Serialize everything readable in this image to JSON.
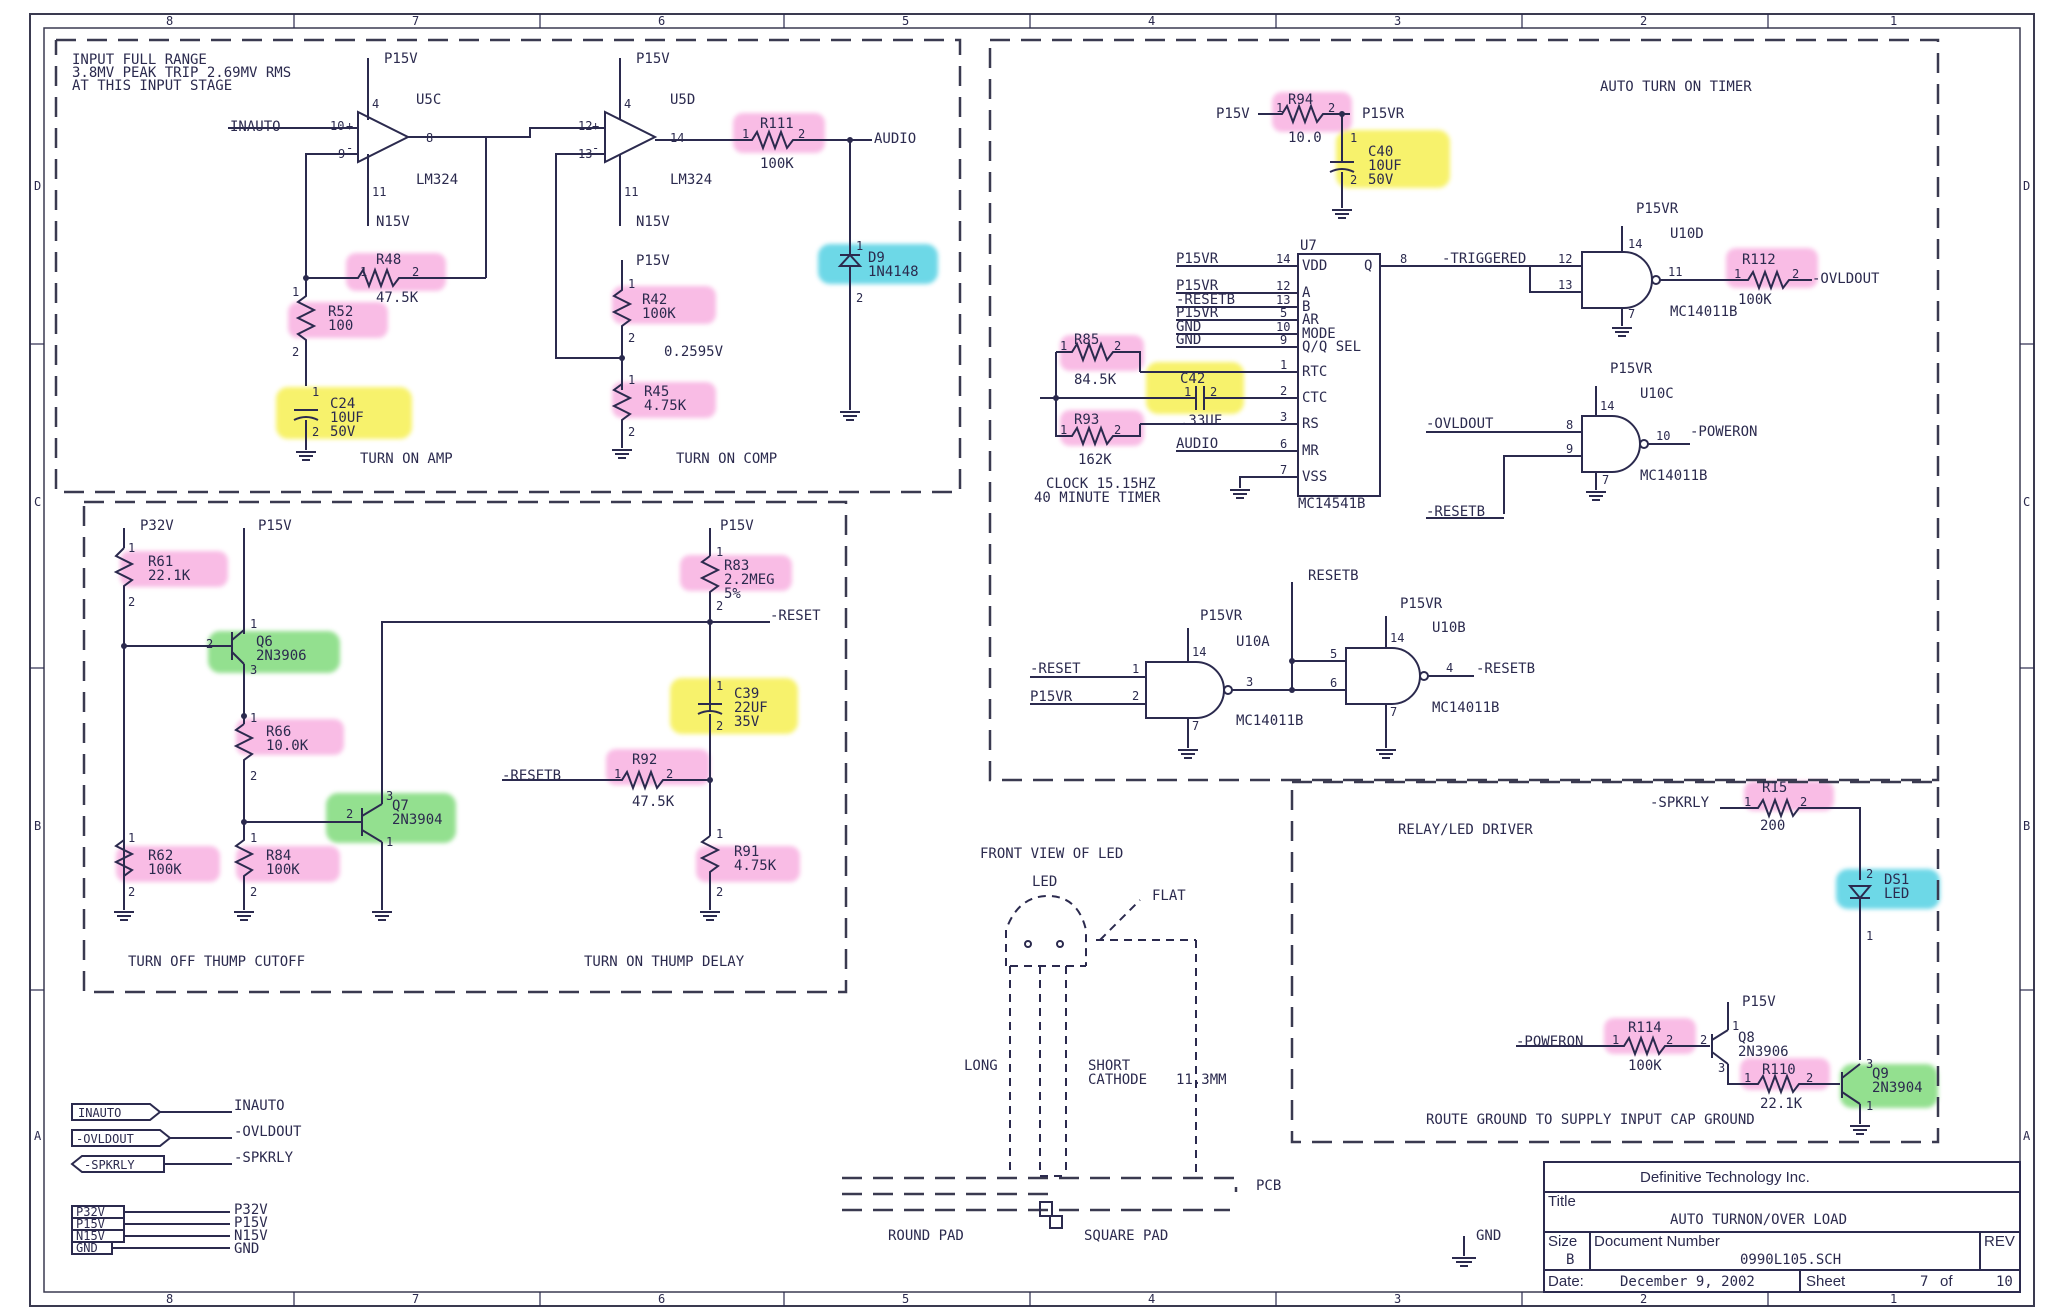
{
  "border": {
    "cols": [
      "8",
      "7",
      "6",
      "5",
      "4",
      "3",
      "2",
      "1"
    ],
    "rows": [
      "D",
      "C",
      "B",
      "A"
    ]
  },
  "blocks": {
    "input": {
      "note": [
        "INPUT FULL RANGE",
        "3.8MV PEAK TRIP 2.69MV RMS",
        "AT THIS INPUT STAGE"
      ],
      "u5c": {
        "ref": "U5C",
        "part": "LM324",
        "pins": [
          "10",
          "9",
          "8",
          "4",
          "11"
        ]
      },
      "u5d": {
        "ref": "U5D",
        "part": "LM324",
        "pins": [
          "12",
          "13",
          "14",
          "4",
          "11"
        ]
      },
      "r111": {
        "ref": "R111",
        "val": "100K"
      },
      "r48": {
        "ref": "R48",
        "val": "47.5K"
      },
      "r52": {
        "ref": "R52",
        "val": "100"
      },
      "c24": {
        "ref": "C24",
        "val": "10UF",
        "volt": "50V"
      },
      "r42": {
        "ref": "R42",
        "val": "100K"
      },
      "r45": {
        "ref": "R45",
        "val": "4.75K"
      },
      "d9": {
        "ref": "D9",
        "part": "1N4148"
      },
      "vref": "0.2595V",
      "inauto": "INAUTO",
      "audio": "AUDIO",
      "p15v": "P15V",
      "n15v": "N15V",
      "turn_on_amp": "TURN ON AMP",
      "turn_on_comp": "TURN ON COMP"
    },
    "timer": {
      "title": "AUTO TURN ON TIMER",
      "r94": {
        "ref": "R94",
        "val": "10.0"
      },
      "c40": {
        "ref": "C40",
        "val": "10UF",
        "volt": "50V"
      },
      "u7": {
        "ref": "U7",
        "part": "MC14541B",
        "pins": [
          "VDD",
          "A",
          "B",
          "AR",
          "MODE",
          "Q/Q SEL",
          "RTC",
          "CTC",
          "RS",
          "MR",
          "VSS",
          "Q"
        ],
        "nums": [
          "14",
          "12",
          "13",
          "5",
          "10",
          "9",
          "1",
          "2",
          "3",
          "6",
          "7",
          "8"
        ]
      },
      "left_nets": [
        "P15VR",
        "P15VR",
        "-RESETB",
        "P15VR",
        "GND",
        "GND",
        "AUDIO"
      ],
      "r85": {
        "ref": "R85",
        "val": "84.5K"
      },
      "c42": {
        "ref": "C42",
        "val": ".33UF"
      },
      "r93": {
        "ref": "R93",
        "val": "162K"
      },
      "clock": [
        "CLOCK 15.15HZ",
        "40 MINUTE TIMER"
      ],
      "triggered": "-TRIGGERED",
      "u10d": {
        "ref": "U10D",
        "part": "MC14011B",
        "pins": [
          "12",
          "13",
          "11",
          "14",
          "7"
        ]
      },
      "r112": {
        "ref": "R112",
        "val": "100K"
      },
      "ovldout": "-OVLDOUT",
      "u10c": {
        "ref": "U10C",
        "part": "MC14011B",
        "pins": [
          "8",
          "9",
          "10",
          "14",
          "7"
        ]
      },
      "poweron": "-POWERON",
      "resetb": "-RESETB",
      "p15v": "P15V",
      "p15vr": "P15VR",
      "u10a": {
        "ref": "U10A",
        "part": "MC14011B",
        "pins": [
          "1",
          "2",
          "3",
          "14",
          "7"
        ]
      },
      "u10b": {
        "ref": "U10B",
        "part": "MC14011B",
        "pins": [
          "5",
          "6",
          "4",
          "14",
          "7"
        ]
      },
      "reset_in": "-RESET",
      "resetb_plain": "RESETB",
      "resetb_out": "-RESETB"
    },
    "thump": {
      "p32v": "P32V",
      "p15v": "P15V",
      "r61": {
        "ref": "R61",
        "val": "22.1K"
      },
      "q6": {
        "ref": "Q6",
        "part": "2N3906"
      },
      "r66": {
        "ref": "R66",
        "val": "10.0K"
      },
      "q7": {
        "ref": "Q7",
        "part": "2N3904"
      },
      "r62": {
        "ref": "R62",
        "val": "100K"
      },
      "r84": {
        "ref": "R84",
        "val": "100K"
      },
      "r83": {
        "ref": "R83",
        "val": "2.2MEG",
        "tol": "5%"
      },
      "reset": "-RESET",
      "c39": {
        "ref": "C39",
        "val": "22UF",
        "volt": "35V"
      },
      "r92": {
        "ref": "R92",
        "val": "47.5K"
      },
      "resetb": "-RESETB",
      "r91": {
        "ref": "R91",
        "val": "4.75K"
      },
      "cutoff": "TURN OFF THUMP CUTOFF",
      "delay": "TURN ON THUMP DELAY"
    },
    "led_view": {
      "title": "FRONT VIEW OF LED",
      "led": "LED",
      "flat": "FLAT",
      "long": "LONG",
      "short": "SHORT",
      "cathode": "CATHODE",
      "dim": "11.3MM",
      "pcb": "PCB",
      "round_pad": "ROUND PAD",
      "square_pad": "SQUARE PAD",
      "gnd": "GND"
    },
    "relay": {
      "title": "RELAY/LED DRIVER",
      "spkrly": "-SPKRLY",
      "r15": {
        "ref": "R15",
        "val": "200"
      },
      "ds1": {
        "ref": "DS1",
        "part": "LED"
      },
      "p15v": "P15V",
      "poweron": "-POWERON",
      "r114": {
        "ref": "R114",
        "val": "100K"
      },
      "q8": {
        "ref": "Q8",
        "part": "2N3906"
      },
      "r110": {
        "ref": "R110",
        "val": "22.1K"
      },
      "q9": {
        "ref": "Q9",
        "part": "2N3904"
      },
      "note": "ROUTE GROUND TO SUPPLY INPUT CAP GROUND"
    }
  },
  "ports": [
    {
      "box": "INAUTO",
      "net": "INAUTO"
    },
    {
      "box": "-OVLDOUT",
      "net": "-OVLDOUT"
    },
    {
      "box": "-SPKRLY",
      "net": "-SPKRLY"
    }
  ],
  "power": [
    {
      "box": "P32V",
      "net": "P32V"
    },
    {
      "box": "P15V",
      "net": "P15V"
    },
    {
      "box": "N15V",
      "net": "N15V"
    },
    {
      "box": "GND",
      "net": "GND"
    }
  ],
  "title_block": {
    "company": "Definitive Technology Inc.",
    "title_label": "Title",
    "title": "AUTO TURNON/OVER LOAD",
    "size_label": "Size",
    "size": "B",
    "docnum_label": "Document Number",
    "docnum": "0990L105.SCH",
    "rev_label": "REV",
    "date_label": "Date:",
    "date": "December  9, 2002",
    "sheet_label": "Sheet",
    "sheet": "7",
    "of_label": "of",
    "of": "10"
  },
  "highlights": {
    "pink": "#f7a6dd",
    "yellow": "#f5ee3a",
    "green": "#6fd66a",
    "cyan": "#3ccbe0"
  }
}
